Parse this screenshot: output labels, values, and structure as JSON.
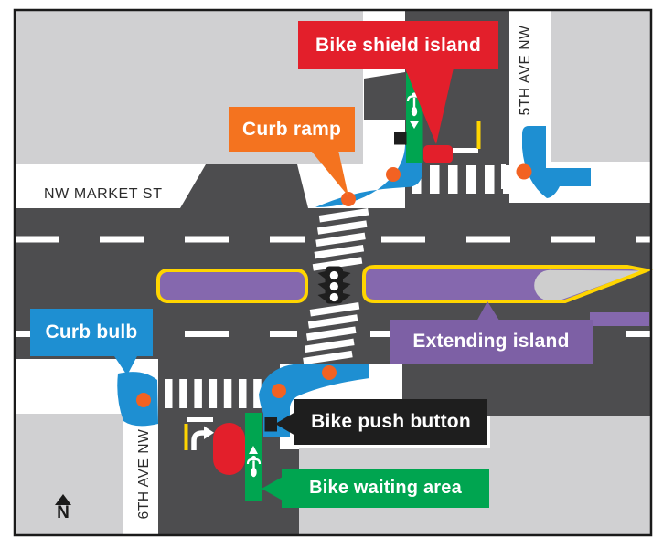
{
  "diagram": {
    "type": "intersection-plan-view",
    "compass_label": "N"
  },
  "streets": {
    "market": "NW MARKET ST",
    "fifth_ave": "5TH AVE NW",
    "sixth_ave": "6TH AVE NW"
  },
  "callouts": {
    "bike_shield_island": "Bike shield island",
    "curb_ramp": "Curb ramp",
    "curb_bulb": "Curb bulb",
    "extending_island": "Extending island",
    "bike_push_button": "Bike push button",
    "bike_waiting_area": "Bike waiting area"
  },
  "icons": [
    "traffic-signal-icon",
    "bike-symbol-icon",
    "right-turn-arrow-icon",
    "north-arrow-icon",
    "down-arrow-icon",
    "up-arrow-icon"
  ],
  "colors": {
    "road": "#4d4d4f",
    "building": "#d0d0d2",
    "sidewalk": "#ffffff",
    "curb_bulb_blue": "#1e8fd2",
    "bike_green": "#00a550",
    "shield_red": "#e31f2b",
    "island_purple": "#8568ae",
    "callout_purple": "#7d60a5",
    "callout_orange": "#f4731f",
    "curb_ramp_dot_orange": "#f26222",
    "lane_yellow": "#ffd500",
    "callout_black": "#1e1e1e",
    "border_black": "#1a1a1a",
    "island_tip_gray": "#cecece"
  }
}
